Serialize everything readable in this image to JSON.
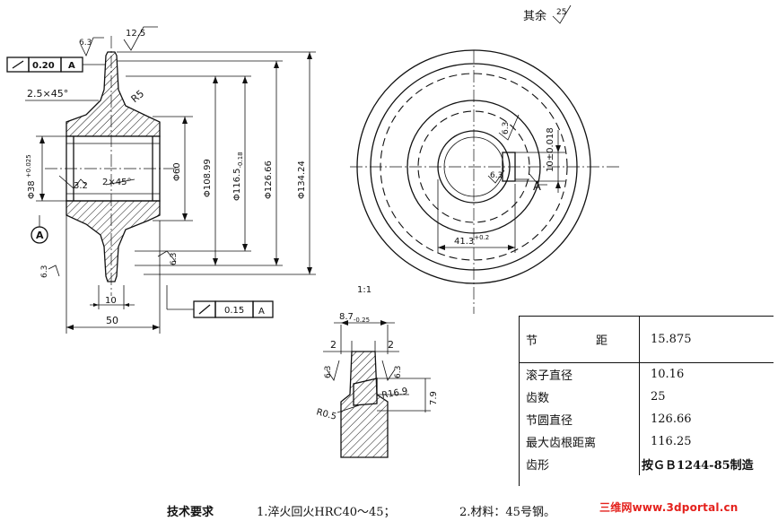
{
  "header": {
    "surface_rest": "其余",
    "surface_rest_value": "25"
  },
  "left_view": {
    "roughness_top_tooth": "6.3",
    "roughness_top_right": "12.5",
    "tol_radial_runout": "0.20",
    "tol_radial_ref": "A",
    "chamfer_hub": "2.5×45°",
    "fillet": "R5",
    "bore_dia": "Φ38",
    "bore_dia_tol_upper": "+0.025",
    "bore_dia_tol_lower": "0",
    "bore_roughness": "3.2",
    "bore_chamfer": "2×45°",
    "hub_dia": "Φ60",
    "root_dia": "Φ108.99",
    "root_dia2": "Φ116.5",
    "root_dia2_tol": "0",
    "root_dia2_tol2": "-0.18",
    "pitch_dia": "Φ126.66",
    "tip_dia": "Φ134.24",
    "datum": "A",
    "roughness_left": "6.3",
    "roughness_face": "6.3",
    "web_width": "10",
    "hub_length": "50",
    "tol_face_runout": "0.15",
    "tol_face_ref": "A"
  },
  "right_view": {
    "keyway_roughness": "6.3",
    "keyway_width": "10±0.018",
    "bore_roughness": "6.3",
    "datum": "A",
    "keyway_depth": "41.3",
    "keyway_depth_tol": "+0.2",
    "keyway_depth_tol2": "0",
    "scale": "1:1"
  },
  "detail_view": {
    "tooth_width": "8.7",
    "tooth_width_tol": "-0.25",
    "chamfer_left": "2",
    "chamfer_right": "2",
    "roughness_left": "6.3",
    "roughness_right": "6.3",
    "radius_big": "R16.9",
    "radius_small": "R0.5",
    "height": "7.9"
  },
  "spec_table": {
    "rows": [
      {
        "label": "节　　　　　距",
        "value": "15.875"
      },
      {
        "label": "滚子直径",
        "value": "10.16"
      },
      {
        "label": "齿数",
        "value": "25"
      },
      {
        "label": "节圆直径",
        "value": "126.66"
      },
      {
        "label": "最大齿根距离",
        "value": "116.25"
      },
      {
        "label": "齿形",
        "value": "按ＧＢ1244-85制造"
      }
    ]
  },
  "tech_requirements": {
    "title": "技术要求",
    "item1": "1.淬火回火HRC40～45；",
    "item2": "2.材料：45号钢。"
  },
  "watermark": {
    "text": "三维网www.3dportal.cn"
  }
}
